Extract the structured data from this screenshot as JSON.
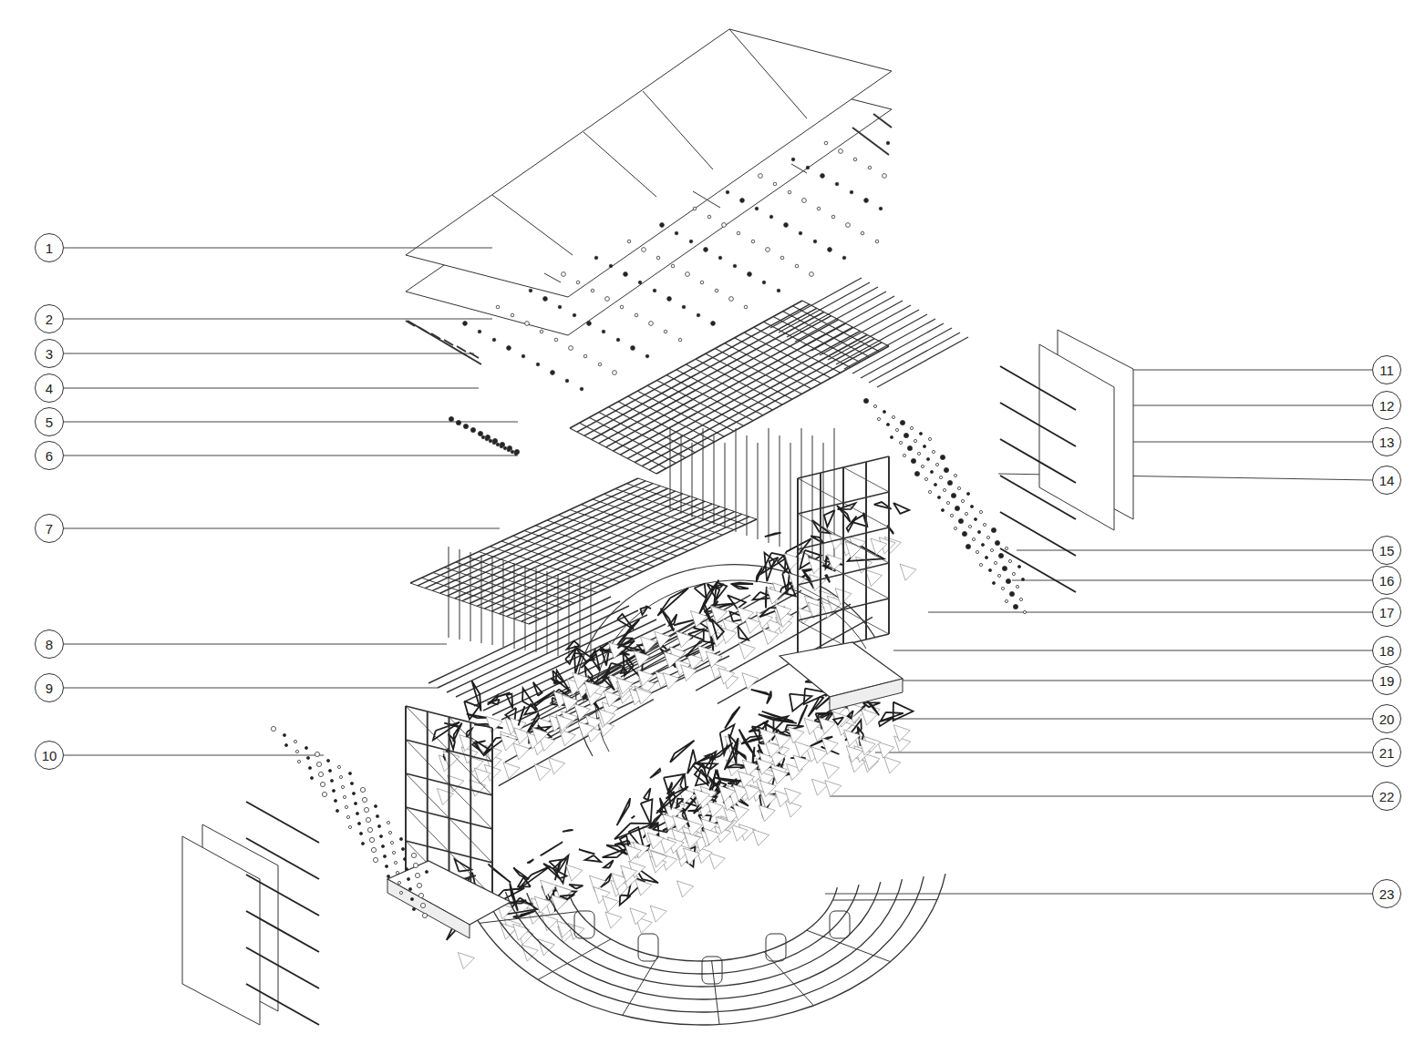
{
  "diagram": {
    "nodes": [
      {
        "text": [
          "1"
        ]
      },
      {
        "text": [
          "2"
        ]
      },
      {
        "text": [
          "3"
        ]
      },
      {
        "text": [
          "4"
        ]
      },
      {
        "text": [
          "5"
        ]
      },
      {
        "text": [
          "6"
        ]
      },
      {
        "text": [
          "7"
        ]
      },
      {
        "text": [
          "8"
        ]
      },
      {
        "text": [
          "9"
        ]
      },
      {
        "text": [
          "10"
        ]
      },
      {
        "text": [
          "11"
        ]
      },
      {
        "text": [
          "12"
        ]
      },
      {
        "text": [
          "13"
        ]
      },
      {
        "text": [
          "14"
        ]
      },
      {
        "text": [
          "15"
        ]
      },
      {
        "text": [
          "16"
        ]
      },
      {
        "text": [
          "17"
        ]
      },
      {
        "text": [
          "18"
        ]
      },
      {
        "text": [
          "19"
        ]
      },
      {
        "text": [
          "20"
        ]
      },
      {
        "text": [
          "21"
        ]
      },
      {
        "text": [
          "22"
        ]
      },
      {
        "text": [
          "23"
        ]
      }
    ]
  }
}
